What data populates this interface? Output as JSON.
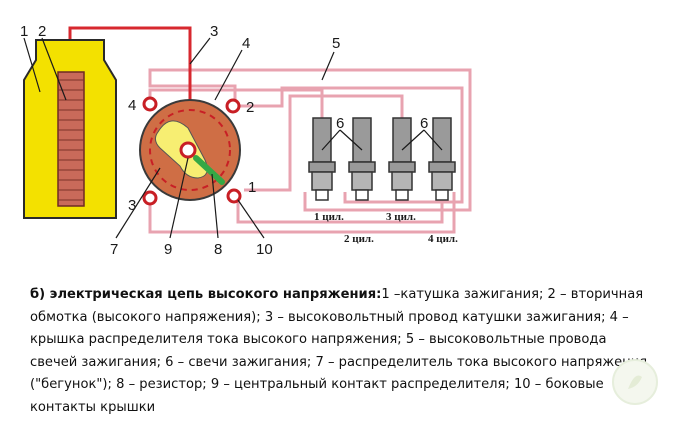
{
  "diagram": {
    "labels": {
      "n1": "1",
      "n2": "2",
      "n3": "3",
      "n4": "4",
      "n5": "5",
      "n6a": "6",
      "n6b": "6",
      "n7": "7",
      "n8": "8",
      "n9": "9",
      "n10": "10",
      "cap1": "1",
      "cap2": "2",
      "cap3": "3",
      "cap4": "4"
    },
    "cylinders": {
      "c1": "1 цил.",
      "c2": "2 цил.",
      "c3": "3 цил.",
      "c4": "4 цил."
    },
    "colors": {
      "coil": "#f3e100",
      "winding": "#c96a5a",
      "high_voltage_wire": "#d7282f",
      "plug_wires": "#e8a3b0",
      "cap": "#cf6e45",
      "rotor": "#f7ee72",
      "resistor": "#35a845",
      "plug_body": "#9a9a9a"
    }
  },
  "caption": {
    "lead": "б) электрическая цепь высокого напряжения:",
    "text": "1 –катушка зажигания; 2 – вторичная обмотка (высокого напряжения); 3 – высоковольтный провод катушки зажигания; 4 – крышка распределителя тока высокого напряжения; 5 – высоковольтные провода свечей зажигания; 6 – свечи зажигания; 7 – распределитель тока высокого напряжения (\"бегунок\"); 8 – резистор; 9 – центральный контакт распределителя; 10 – боковые контакты крышки"
  }
}
